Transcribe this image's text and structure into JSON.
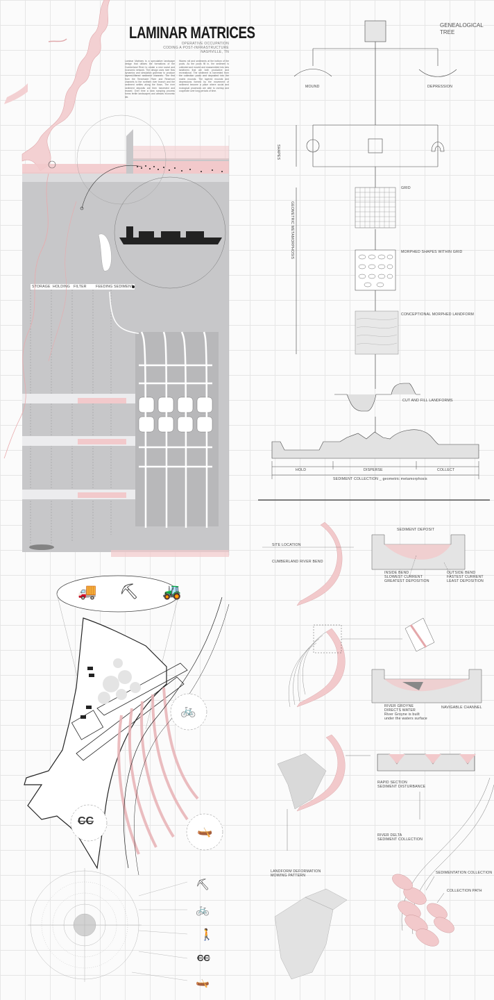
{
  "header": {
    "title": "LAMINAR MATRICES",
    "subtitle": "OPERATIVE OCCUPATION",
    "subtitle2": "CODING A POST-INFRASTRUCTURE",
    "location": "NASHVILLE, TN"
  },
  "text_blocks": {
    "left": "Laminar Matrices is a speculative landscape design that utilizes the formations of the Cumberland River to create a new social and economic network. The design uses river flow dynamics and simulation grammar to produce layered-filtered sediment channels. The first from the Tennessee River and Reservoir channels to the northern river branch and the sediment settles along the flows. The river sediment deposits are then harvested and reused. Over time a slow scraping process forms fertile landscapes and attracts economic life.",
    "right": "Waves roll and sediments at the bottom of the pools. As the pools fill in, the sediment is collected and moved and reassembled into new landforms that are both productive and recreational. The sediment is harvested from the collection pools and deposited into the matrix mounds. The layered mounds and depressions formed by the movement of sediment become a place where social and ecological processes are able to overlap and cooperate over long periods of time."
  },
  "plan_labels": [
    "STORAGE",
    "HOLDING",
    "FILTER",
    "FEEDING",
    "SEDIMENT"
  ],
  "tree": {
    "title_line1": "GENEALOGICAL",
    "title_line2": "TREE",
    "mound": "MOUND",
    "depression": "DEPRESSION",
    "shapes": "SHAPES",
    "metamorphosis": "GEOMETRIC METAMORPHOSIS",
    "grid": "GRID",
    "morphed": "MORPHED SHAPES WITHIN GRID",
    "conceptional": "CONCEPTIONAL MORPHED LANDFORM",
    "cutfill": "CUT AND FILL LANDFORMS",
    "hold": "HOLD",
    "disperse": "DISPERSE",
    "collect": "COLLECT",
    "collection_caption": "SEDIMENT COLLECTION _ geometric metamorphosis"
  },
  "process": {
    "sediment_deposit": "SEDIMENT DEPOSIT",
    "site_location": "SITE LOCATION",
    "river_bend": "CUMBERLAND RIVER BEND",
    "inside_bend_1": "INSIDE BEND",
    "inside_bend_2": "SLOWEST CURRENT",
    "inside_bend_3": "GREATEST DEPOSITION",
    "outside_bend_1": "OUTSIDE BEND",
    "outside_bend_2": "FASTEST CURRENT",
    "outside_bend_3": "LEAST DEPOSITION",
    "groyne_1": "RIVER GROYNE",
    "groyne_2": "DIRECTS WATER",
    "groyne_3": "River Groyne is built",
    "groyne_4": "under the waters surface",
    "channel": "NAVIGABLE CHANNEL",
    "rapid_1": "RAPID SECTION",
    "rapid_2": "SEDIMENT DISTURBANCE",
    "delta_1": "RIVER DELTA",
    "delta_2": "SEDIMENT COLLECTION",
    "deform_1": "LANDFORM DEFORMATION",
    "deform_2": "MOWING PATTERN",
    "sed_collection": "SEDIMENTATION COLLECTION",
    "collection_path": "COLLECTION PATH"
  },
  "icons": {
    "machines": [
      "dump-truck-icon",
      "excavator-icon",
      "bulldozer-icon"
    ],
    "legend": [
      "excavator-icon",
      "bicycle-icon",
      "pedestrian-icon",
      "vehicle-icon",
      "kayak-icon"
    ],
    "vehicle_glyph": "CC"
  },
  "colors": {
    "accent_pink": "#f2c9cb",
    "gray_mass": "#c9c9cb",
    "dark": "#2a2a2a"
  }
}
